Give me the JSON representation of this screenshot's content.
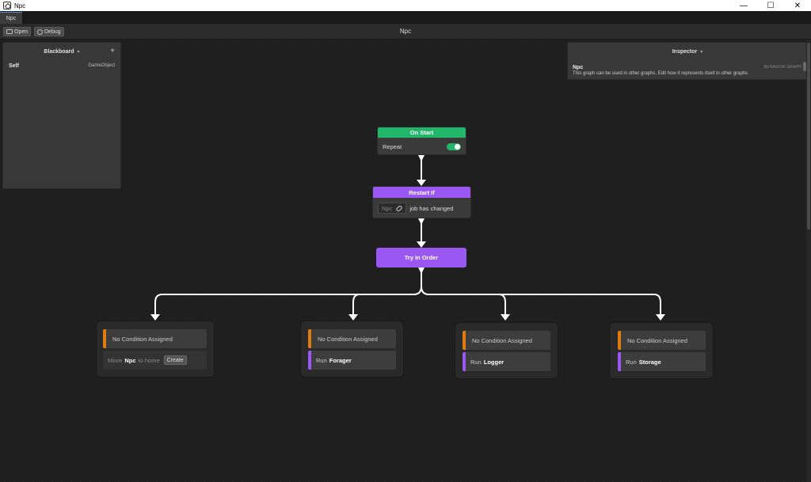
{
  "window": {
    "title": "Npc",
    "controls": {
      "minimize": "—",
      "maximize": "☐",
      "close": "✕"
    }
  },
  "tabs": [
    {
      "label": "Npc"
    }
  ],
  "toolbar": {
    "open_label": "Open",
    "debug_label": "Debug",
    "graph_title": "Npc"
  },
  "blackboard": {
    "title": "Blackboard",
    "add_label": "+",
    "variables": [
      {
        "name": "Self",
        "type": "GameObject"
      }
    ]
  },
  "inspector": {
    "title": "Inspector",
    "name": "Npc",
    "tag": "BEHAVIOR GRAPH",
    "description": "This graph can be used in other graphs. Edit how it represents itself in other graphs"
  },
  "nodes": {
    "on_start": {
      "title": "On Start",
      "repeat_label": "Repeat",
      "repeat_enabled": true
    },
    "restart_if": {
      "title": "Restart If",
      "variable": "Npc",
      "suffix": "job has changed"
    },
    "try_in_order": {
      "title": "Try In Order"
    }
  },
  "branches": [
    {
      "condition": "No Condition Assigned",
      "action_prefix": "Move",
      "action_var": "Npc",
      "action_suffix": "to home",
      "create_label": "Create"
    },
    {
      "condition": "No Condition Assigned",
      "action_prefix": "Run",
      "action_target": "Forager"
    },
    {
      "condition": "No Condition Assigned",
      "action_prefix": "Run",
      "action_target": "Logger"
    },
    {
      "condition": "No Condition Assigned",
      "action_prefix": "Run",
      "action_target": "Storage"
    }
  ],
  "colors": {
    "start_green": "#22b66a",
    "action_purple": "#9b57f2",
    "condition_orange": "#e07c0e",
    "canvas": "#1f1f1f"
  }
}
